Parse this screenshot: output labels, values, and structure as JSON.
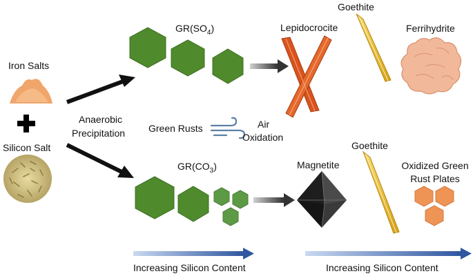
{
  "inputs": {
    "iron_salts": "Iron Salts",
    "plus": "+",
    "silicon_salt": "Silicon Salt"
  },
  "process": {
    "anaerobic_line1": "Anaerobic",
    "anaerobic_line2": "Precipitation",
    "green_rusts": "Green Rusts",
    "air_line1": "Air",
    "air_line2": "Oxidation"
  },
  "upper_path": {
    "gr_prefix": "GR(SO",
    "gr_sub": "4",
    "gr_suffix": ")",
    "product1": "Lepidocrocite",
    "product2": "Goethite",
    "product3": "Ferrihydrite"
  },
  "lower_path": {
    "gr_prefix": "GR(CO",
    "gr_sub": "3",
    "gr_suffix": ")",
    "product1": "Magnetite",
    "product2": "Goethite",
    "product3_line1": "Oxidized Green",
    "product3_line2": "Rust Plates"
  },
  "gradients": {
    "left_label": "Increasing Silicon Content",
    "right_label": "Increasing Silicon Content"
  },
  "colors": {
    "green_rust": "#4f8a2c",
    "green_rust_light": "#5d9a46",
    "lepidocrocite": "#d9531e",
    "goethite": "#f1c232",
    "ferrihydrite": "#f2b89a",
    "magnetite": "#2b2b2b",
    "oxidized_plates": "#ee9455",
    "silicon_arrow": "#3b62a8"
  }
}
